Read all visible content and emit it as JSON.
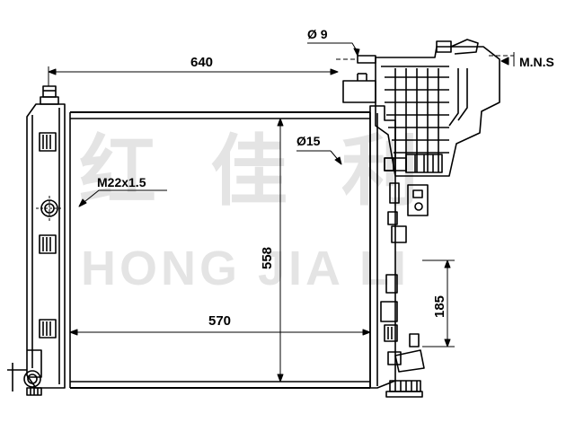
{
  "dimensions": {
    "overall_width": "640",
    "core_width": "570",
    "core_height": "558",
    "port_spacing": "185",
    "small_pipe_diameter": "Ø 9",
    "large_pipe_diameter": "Ø15",
    "thread": "M22x1.5",
    "mount_note": "M.N.S"
  },
  "watermark": {
    "chinese": "红佳利",
    "latin": "HONG JIA LI"
  },
  "colors": {
    "line": "#000000",
    "background": "#ffffff"
  }
}
